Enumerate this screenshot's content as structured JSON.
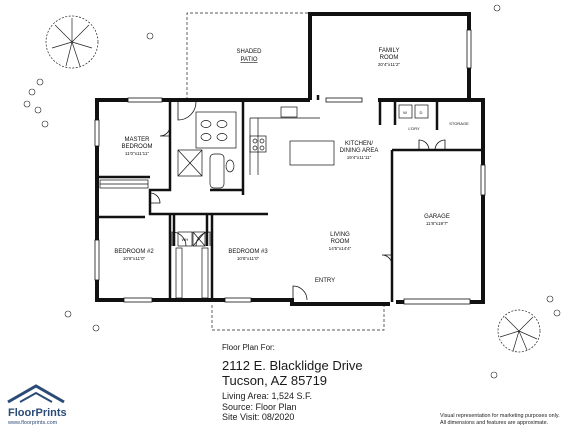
{
  "rooms": {
    "shaded_patio": {
      "line1": "SHADED",
      "line2": "PATIO"
    },
    "family_room": {
      "name": "FAMILY",
      "name2": "ROOM",
      "dims": "20'4\"x11'2\""
    },
    "master_bedroom": {
      "name": "MASTER",
      "name2": "BEDROOM",
      "dims": "11'0\"x11'11\""
    },
    "kitchen": {
      "name": "KITCHEN/",
      "name2": "DINING AREA",
      "dims": "19'4\"x11'11\""
    },
    "laundry": {
      "name": "L'DRY"
    },
    "storage": {
      "name": "STORAGE"
    },
    "bedroom2": {
      "name": "BEDROOM #2",
      "dims": "10'6\"x11'0\""
    },
    "bedroom3": {
      "name": "BEDROOM #3",
      "dims": "10'6\"x11'0\""
    },
    "living_room": {
      "name": "LIVING",
      "name2": "ROOM",
      "dims": "14'5\"x14'4\""
    },
    "garage": {
      "name": "GARAGE",
      "dims": "11'8\"x19'7\""
    },
    "entry": {
      "name": "ENTRY"
    },
    "wh": {
      "name": "WH"
    },
    "washer": {
      "name": "W"
    },
    "dryer": {
      "name": "D"
    }
  },
  "info": {
    "label": "Floor Plan For:",
    "address_line1": "2112 E. Blacklidge Drive",
    "address_line2": "Tucson, AZ  85719",
    "living_area": "Living Area:  1,524 S.F.",
    "source": "Source:  Floor Plan",
    "site_visit": "Site Visit:  08/2020"
  },
  "logo": {
    "text": "FloorPrints",
    "url": "www.floorprints.com"
  },
  "disclaimer": {
    "line1": "Visual representation for marketing purposes only.",
    "line2": "All dimensions and features are approximate."
  },
  "colors": {
    "wall": "#111111",
    "logo": "#2b4b76"
  }
}
